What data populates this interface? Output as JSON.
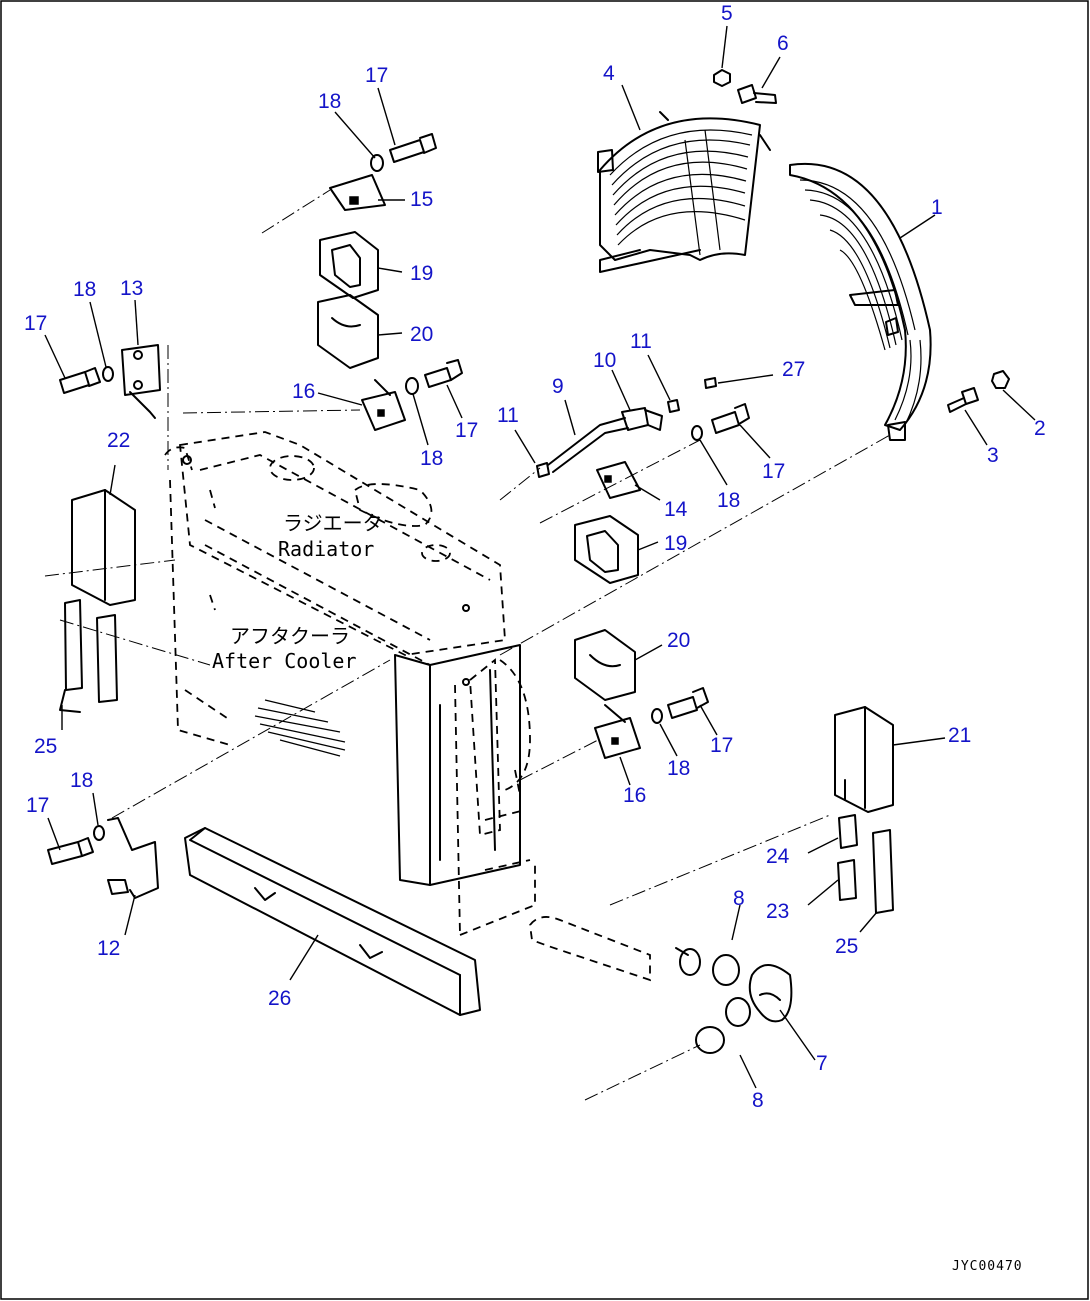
{
  "labels": {
    "radiator_jp": "ラジエータ",
    "radiator_en": "Radiator",
    "aftercooler_jp": "アフタクーラ",
    "aftercooler_en": "After Cooler"
  },
  "drawing_code": "JYC00470",
  "callouts": [
    {
      "id": "c1",
      "text": "1"
    },
    {
      "id": "c2",
      "text": "2"
    },
    {
      "id": "c3",
      "text": "3"
    },
    {
      "id": "c4",
      "text": "4"
    },
    {
      "id": "c5",
      "text": "5"
    },
    {
      "id": "c6",
      "text": "6"
    },
    {
      "id": "c7",
      "text": "7"
    },
    {
      "id": "c8a",
      "text": "8"
    },
    {
      "id": "c8b",
      "text": "8"
    },
    {
      "id": "c9",
      "text": "9"
    },
    {
      "id": "c10",
      "text": "10"
    },
    {
      "id": "c11a",
      "text": "11"
    },
    {
      "id": "c11b",
      "text": "11"
    },
    {
      "id": "c12",
      "text": "12"
    },
    {
      "id": "c13",
      "text": "13"
    },
    {
      "id": "c14",
      "text": "14"
    },
    {
      "id": "c15",
      "text": "15"
    },
    {
      "id": "c16a",
      "text": "16"
    },
    {
      "id": "c16b",
      "text": "16"
    },
    {
      "id": "c17a",
      "text": "17"
    },
    {
      "id": "c17b",
      "text": "17"
    },
    {
      "id": "c17c",
      "text": "17"
    },
    {
      "id": "c17d",
      "text": "17"
    },
    {
      "id": "c17e",
      "text": "17"
    },
    {
      "id": "c17f",
      "text": "17"
    },
    {
      "id": "c18a",
      "text": "18"
    },
    {
      "id": "c18b",
      "text": "18"
    },
    {
      "id": "c18c",
      "text": "18"
    },
    {
      "id": "c18d",
      "text": "18"
    },
    {
      "id": "c18e",
      "text": "18"
    },
    {
      "id": "c18f",
      "text": "18"
    },
    {
      "id": "c19a",
      "text": "19"
    },
    {
      "id": "c19b",
      "text": "19"
    },
    {
      "id": "c20a",
      "text": "20"
    },
    {
      "id": "c20b",
      "text": "20"
    },
    {
      "id": "c21",
      "text": "21"
    },
    {
      "id": "c22",
      "text": "22"
    },
    {
      "id": "c23",
      "text": "23"
    },
    {
      "id": "c24",
      "text": "24"
    },
    {
      "id": "c25a",
      "text": "25"
    },
    {
      "id": "c25b",
      "text": "25"
    },
    {
      "id": "c26",
      "text": "26"
    },
    {
      "id": "c27",
      "text": "27"
    }
  ]
}
